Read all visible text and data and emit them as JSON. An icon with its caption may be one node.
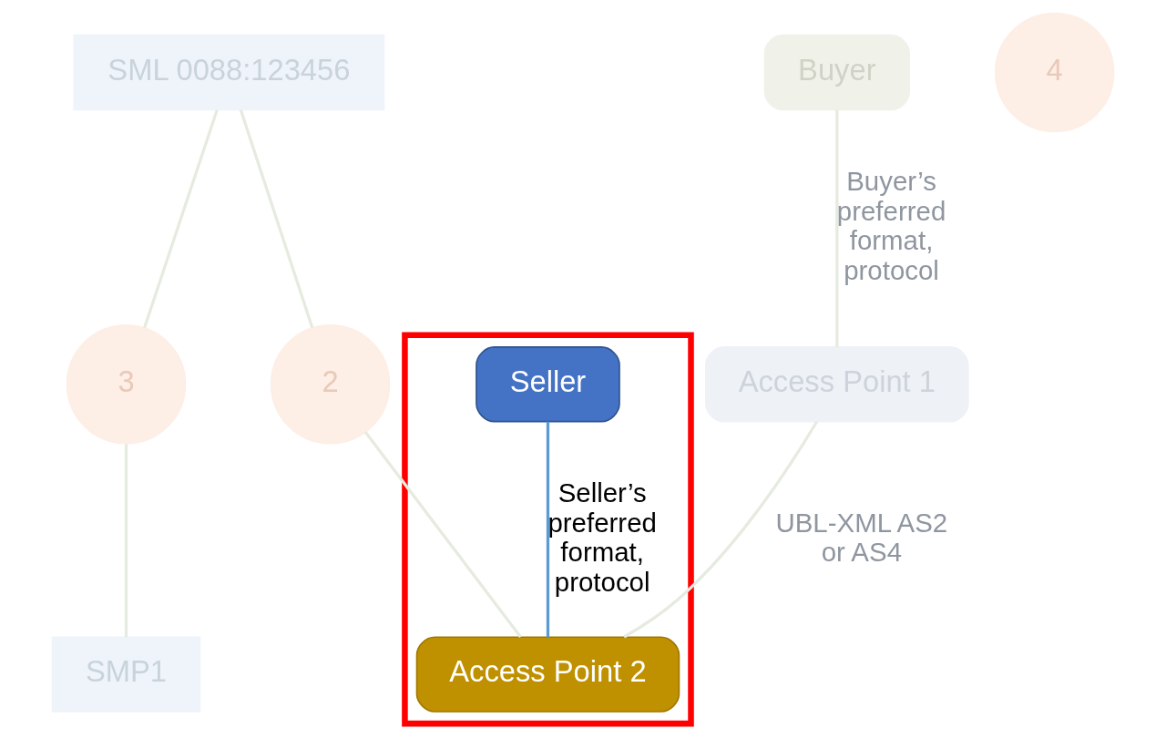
{
  "diagram": {
    "nodes": [
      {
        "text": [
          "SML 0088:123456"
        ]
      },
      {
        "text": [],
        "shape": "box"
      },
      {
        "text": [
          "Seller"
        ],
        "in": 1
      },
      {
        "text": [
          "Buyer"
        ]
      },
      {
        "text": [
          "3"
        ]
      },
      {
        "text": [
          "2"
        ]
      },
      {
        "text": [
          "SMP1"
        ]
      },
      {
        "text": [
          "Access Point 1"
        ]
      },
      {
        "text": [
          "Access Point 2"
        ],
        "in": 1
      },
      {
        "text": [
          "4"
        ]
      }
    ],
    "edges": [
      {
        "from": 0,
        "to": 4,
        "arrow": "none"
      },
      {
        "from": 4,
        "to": 6,
        "arrow": "none"
      },
      {
        "from": 0,
        "to": 5,
        "arrow": "none"
      },
      {
        "from": 5,
        "to": 8,
        "arrow": "none"
      },
      {
        "from": 3,
        "to": 7,
        "arrow": "none",
        "label": "Buyer’s preferred format, protocol"
      },
      {
        "from": 2,
        "to": 8,
        "arrow": "none",
        "label": "Seller’s preferred format, protocol",
        "color": "#5b9bd5"
      },
      {
        "from": 7,
        "to": 8,
        "arrow": "none",
        "label": "UBL-XML AS2 or AS4"
      }
    ]
  }
}
